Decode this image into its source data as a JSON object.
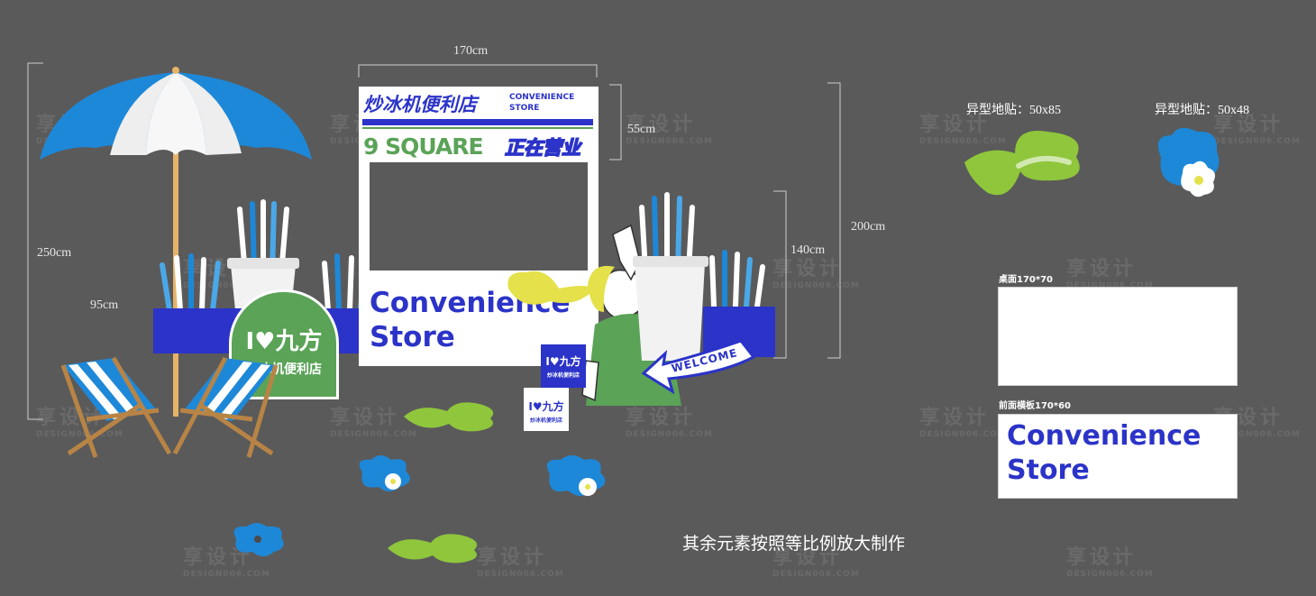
{
  "colors": {
    "background": "#5a5a5a",
    "brand_blue": "#2b33c8",
    "sky_blue": "#1e88d8",
    "lime": "#8fc63c",
    "green": "#5aa357",
    "white": "#ffffff"
  },
  "dimensions": {
    "frame_width": "170cm",
    "sign_height": "55cm",
    "total_height": "250cm",
    "cup_height": "95cm",
    "counter_height": "140cm",
    "booth_height": "200cm"
  },
  "floor_stickers": {
    "leaf_label": "异型地贴：50x85",
    "flower_label": "异型地贴：50x48"
  },
  "sign": {
    "title_cn": "炒冰机便利店",
    "title_en_line1": "CONVENIENCE",
    "title_en_line2": "STORE",
    "brand": "9 SQUARE",
    "open_cn": "正在营业"
  },
  "counter_board": {
    "line1": "Convenience",
    "line2": "Store"
  },
  "arch_sign": {
    "line1": "I",
    "line1b": "九方",
    "line2": "炒冰机便利店"
  },
  "mini_sign_a": {
    "line1": "I",
    "line1b": "九方",
    "line2": "炒冰机便利店"
  },
  "mini_sign_b": {
    "line1": "I",
    "line1b": "九方",
    "line2": "炒冰机便利店"
  },
  "welcome_arrow": {
    "text": "WELCOME"
  },
  "tabletop": {
    "label": "桌面170*70"
  },
  "front_panel": {
    "label": "前面横板170*60",
    "line1": "Convenience",
    "line2": "Store"
  },
  "note": "其余元素按照等比例放大制作",
  "watermark": {
    "cn": "享设计",
    "en": "DESIGN006.COM"
  }
}
